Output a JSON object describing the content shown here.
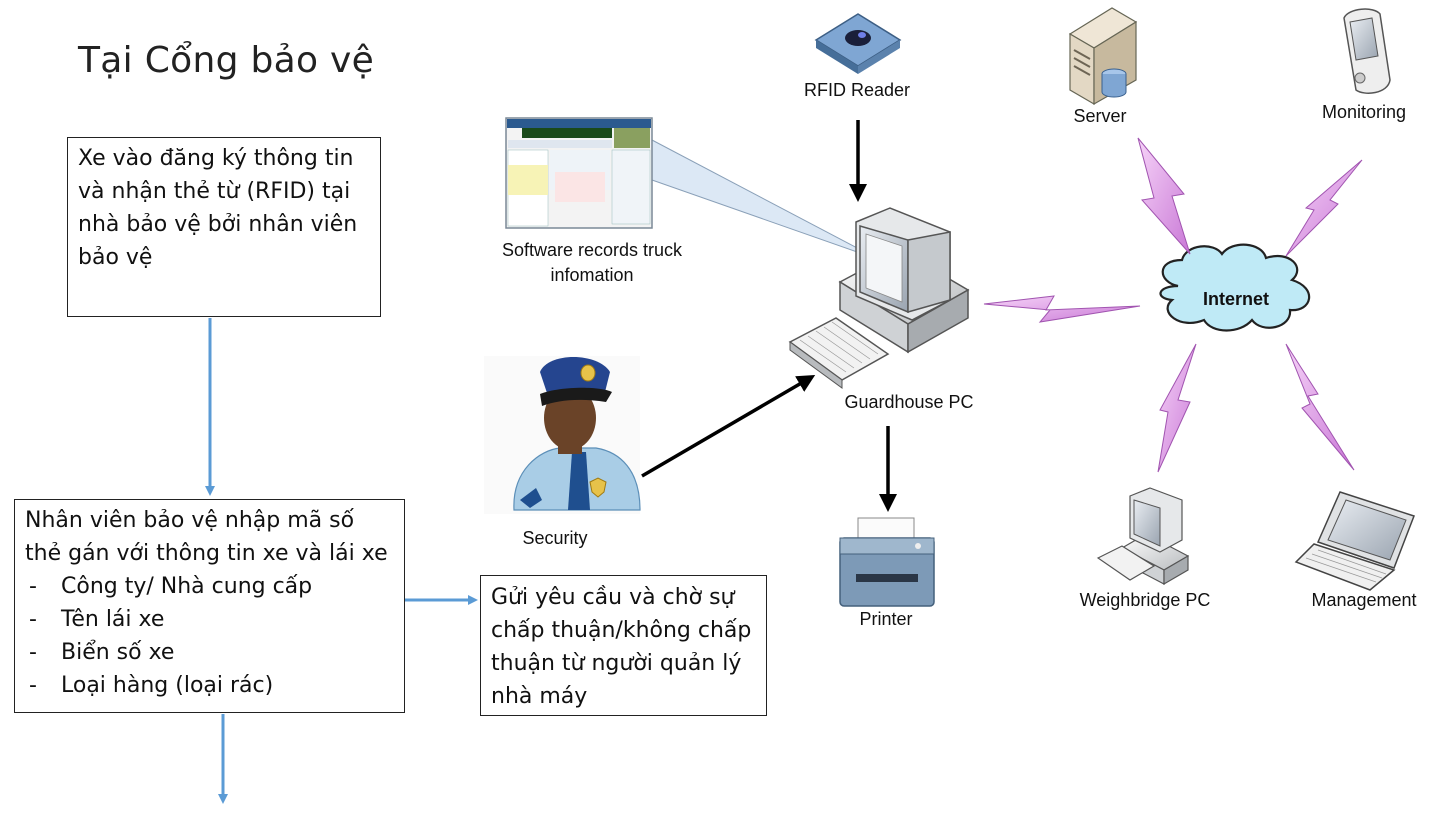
{
  "title": "Tại Cổng bảo vệ",
  "step1": "Xe vào đăng ký thông tin và nhận thẻ từ (RFID) tại nhà bảo vệ bởi nhân viên bảo vệ",
  "step2": {
    "heading": "Nhân viên bảo vệ nhập mã số thẻ gán với thông tin xe và lái xe",
    "items": [
      "Công ty/ Nhà cung cấp",
      "Tên lái xe",
      "Biển số xe",
      "Loại hàng (loại rác)"
    ]
  },
  "step3": "Gửi yêu cầu và chờ sự chấp thuận/không chấp thuận từ người quản lý nhà máy",
  "nodes": {
    "rfid_reader": "RFID Reader",
    "software": "Software records truck infomation",
    "guardhouse_pc": "Guardhouse PC",
    "security": "Security",
    "printer": "Printer",
    "server": "Server",
    "monitoring": "Monitoring",
    "internet": "Internet",
    "weighbridge_pc": "Weighbridge PC",
    "management": "Management"
  },
  "colors": {
    "flow_arrow": "#5b9bd5",
    "lightning": "#e8a4ef",
    "cloud": "#bfeaf6",
    "black_arrow": "#000000"
  }
}
